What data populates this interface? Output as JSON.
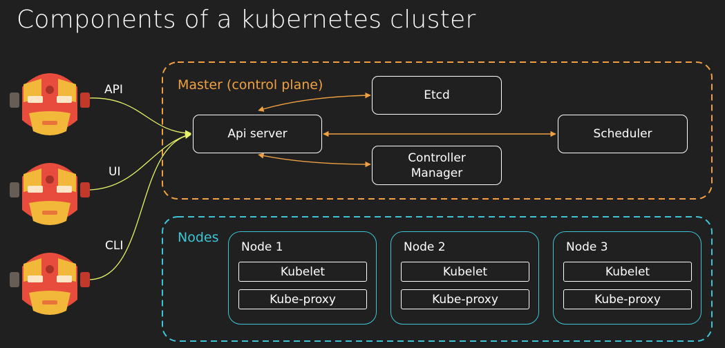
{
  "title": "Components of a kubernetes cluster",
  "colors": {
    "background": "#202020",
    "master": "#f2a142",
    "nodes": "#3ec6d8",
    "client_links": "#e8f36a",
    "robot_red": "#e84c3d",
    "robot_yellow": "#f1b83a"
  },
  "master": {
    "label": "Master (control plane)",
    "components": {
      "api_server": "Api server",
      "etcd": "Etcd",
      "scheduler": "Scheduler",
      "controller_manager": "Controller\nManager"
    }
  },
  "nodes": {
    "label": "Nodes",
    "items": [
      {
        "name": "Node 1",
        "kubelet": "Kubelet",
        "kube_proxy": "Kube-proxy"
      },
      {
        "name": "Node 2",
        "kubelet": "Kubelet",
        "kube_proxy": "Kube-proxy"
      },
      {
        "name": "Node 3",
        "kubelet": "Kubelet",
        "kube_proxy": "Kube-proxy"
      }
    ]
  },
  "clients": [
    {
      "label": "API",
      "icon": "robot-icon"
    },
    {
      "label": "UI",
      "icon": "robot-icon"
    },
    {
      "label": "CLI",
      "icon": "robot-icon"
    }
  ]
}
